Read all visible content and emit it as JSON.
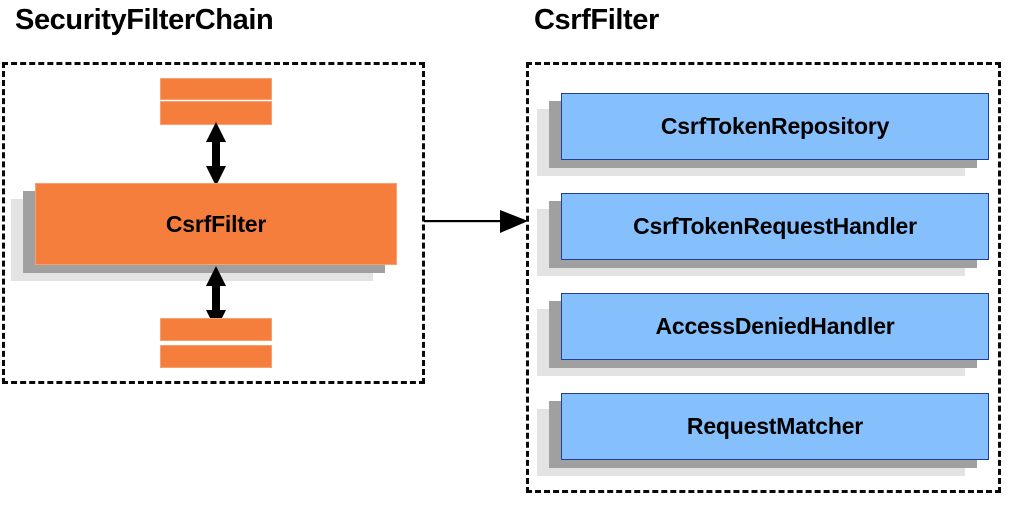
{
  "diagram": {
    "title_left": "SecurityFilterChain",
    "title_right": "CsrfFilter",
    "left_panel": {
      "main_box_label": "CsrfFilter",
      "top_bars": [
        "filter-bar-top-1",
        "filter-bar-top-2"
      ],
      "bottom_bars": [
        "filter-bar-bottom-1",
        "filter-bar-bottom-2"
      ],
      "arrow_up_label": "double-headed-arrow-up",
      "arrow_down_label": "double-headed-arrow-down"
    },
    "right_panel": {
      "collaborators": [
        {
          "label": "CsrfTokenRepository"
        },
        {
          "label": "CsrfTokenRequestHandler"
        },
        {
          "label": "AccessDeniedHandler"
        },
        {
          "label": "RequestMatcher"
        }
      ]
    },
    "connector": {
      "label": "connector-arrow-right"
    },
    "colors": {
      "orange_fill": "#f57e3d",
      "orange_border": "#f9a072",
      "blue_fill": "#85c0fc",
      "blue_border": "#1f3f9e",
      "shadow_mid": "#a0a0a0",
      "shadow_back": "#e3e3e3",
      "outline": "#0a0a0a",
      "background": "#ffffff",
      "text": "#000000"
    }
  }
}
